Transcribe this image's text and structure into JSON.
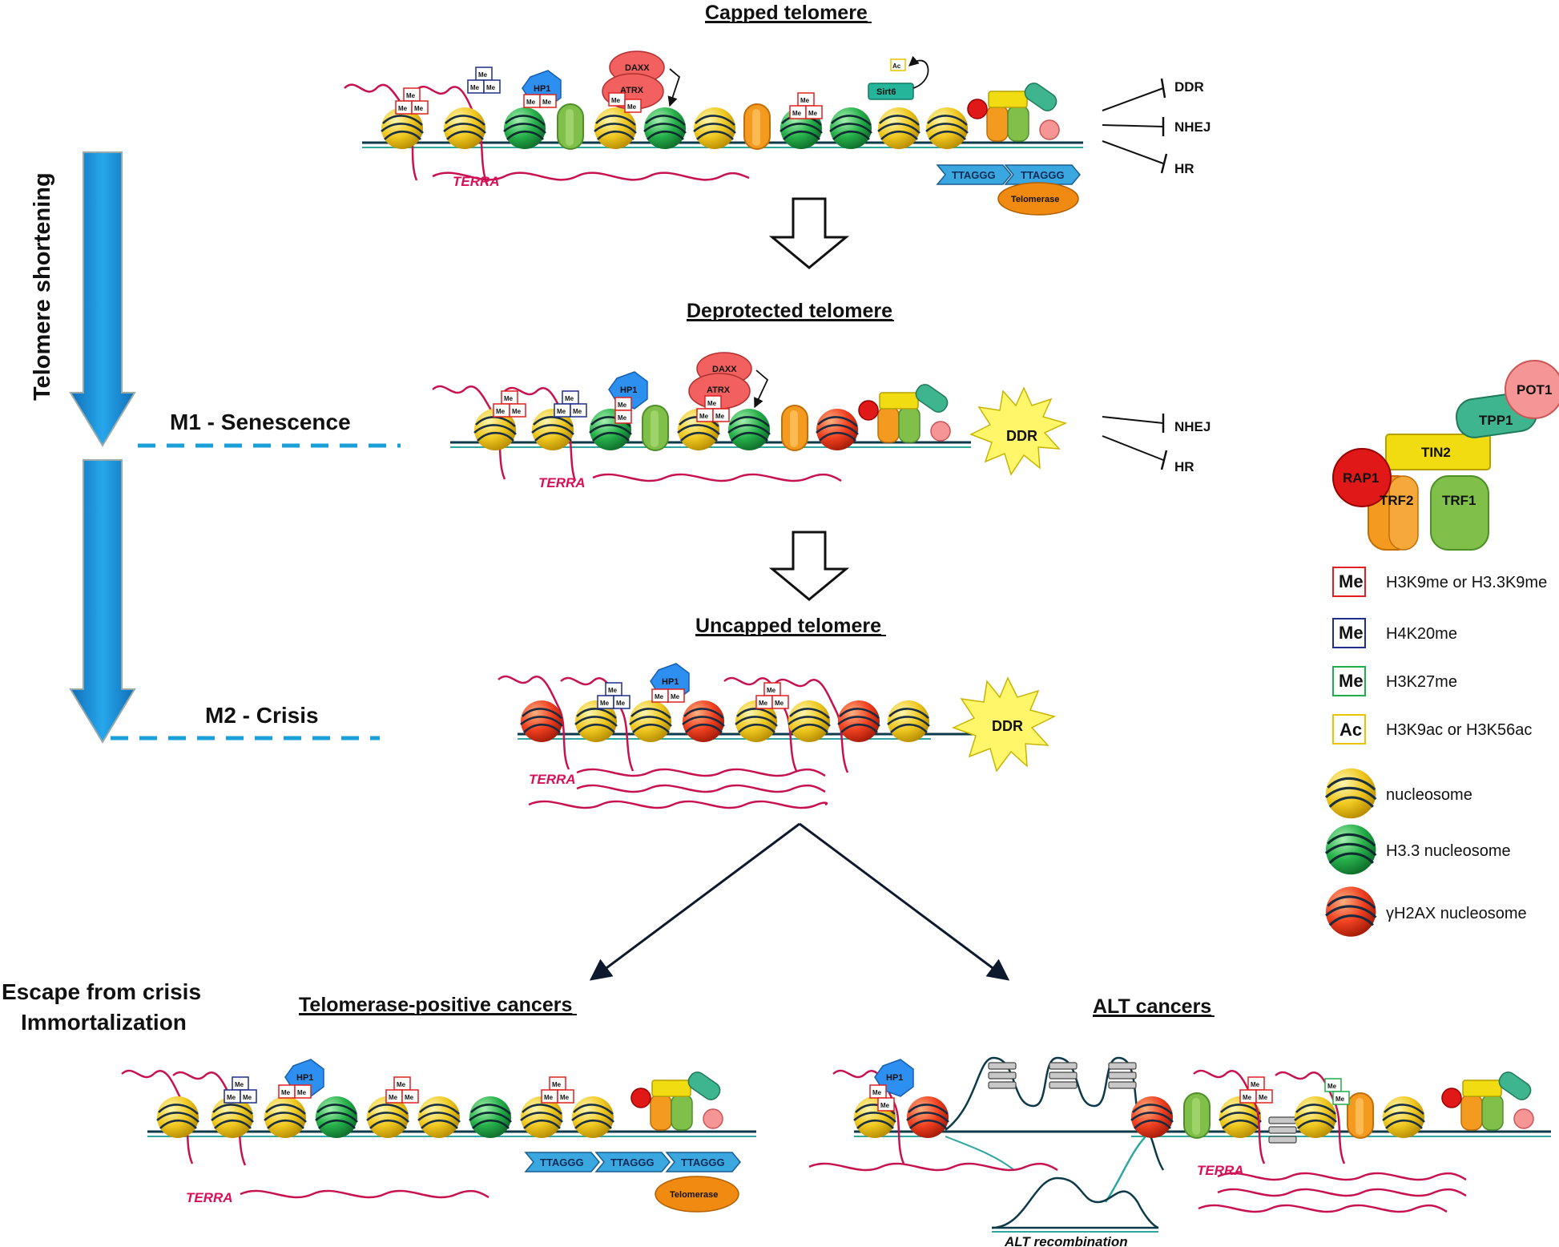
{
  "titles": {
    "capped": "Capped telomere",
    "deprotected": "Deprotected telomere",
    "uncapped": "Uncapped telomere",
    "telomerase_positive": "Telomerase-positive cancers",
    "alt": "ALT cancers"
  },
  "side": {
    "shortening": "Telomere shortening",
    "m1": "M1 - Senescence",
    "m2": "M2 - Crisis",
    "escape_line1": "Escape from crisis",
    "escape_line2": "Immortalization"
  },
  "labels": {
    "terra": "TERRA",
    "me": "Me",
    "ac": "Ac",
    "hp1": "HP1",
    "daxx": "DAXX",
    "atrx": "ATRX",
    "sirt6": "Sirt6",
    "repeat": "TTAGGG",
    "telomerase": "Telomerase",
    "ddr_burst": "DDR",
    "alt_recombination": "ALT recombination"
  },
  "inhibition": {
    "capped": [
      "DDR",
      "NHEJ",
      "HR"
    ],
    "deprotected": [
      "NHEJ",
      "HR"
    ]
  },
  "shelterin": {
    "pot1": "POT1",
    "tpp1": "TPP1",
    "tin2": "TIN2",
    "rap1": "RAP1",
    "trf2": "TRF2",
    "trf1": "TRF1"
  },
  "legend": [
    {
      "type": "mark",
      "text": "Me",
      "color": "#e02020",
      "label": "H3K9me or H3.3K9me"
    },
    {
      "type": "mark",
      "text": "Me",
      "color": "#1e2e8a",
      "label": "H4K20me"
    },
    {
      "type": "mark",
      "text": "Me",
      "color": "#1fae4c",
      "label": "H3K27me"
    },
    {
      "type": "mark",
      "text": "Ac",
      "color": "#e8c400",
      "label": "H3K9ac or H3K56ac"
    },
    {
      "type": "nuc",
      "color": "yellow",
      "label": "nucleosome"
    },
    {
      "type": "nuc",
      "color": "green",
      "label": "H3.3 nucleosome"
    },
    {
      "type": "nuc",
      "color": "red",
      "label": "γH2AX nucleosome"
    }
  ],
  "colors": {
    "arrow_blue": "#1a8fd6",
    "dna": "#0d3a4a",
    "terra": "#c8124e",
    "ddr_burst": "#fff66a"
  }
}
